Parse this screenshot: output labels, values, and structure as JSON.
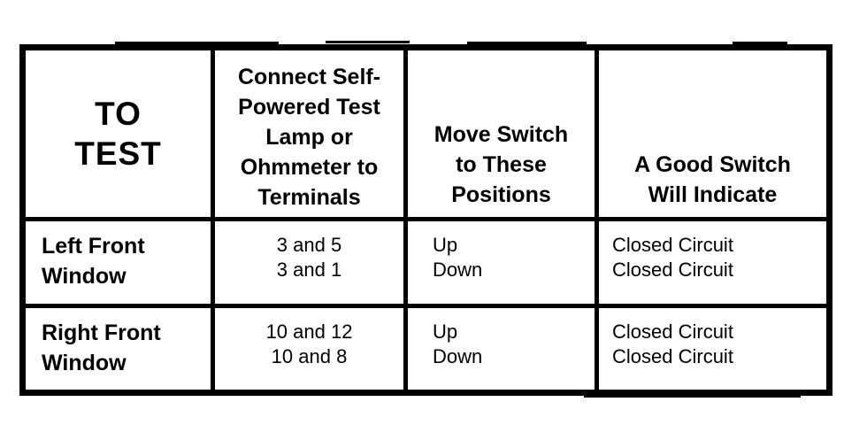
{
  "document": {
    "kind": "scanned manual page",
    "colors": {
      "ink": "#000000",
      "paper": "#ffffff"
    },
    "table": {
      "header": {
        "to_test": {
          "lines": [
            "TO",
            "TEST"
          ]
        },
        "terminals": {
          "lines": [
            "Connect Self-",
            "Powered Test",
            "Lamp or",
            "Ohmmeter to",
            "Terminals"
          ]
        },
        "positions": {
          "lines": [
            "Move Switch",
            "to These",
            "Positions"
          ]
        },
        "indication": {
          "lines": [
            "A Good Switch",
            "Will Indicate"
          ]
        }
      },
      "rows": [
        {
          "to_test": {
            "lines": [
              "Left Front",
              "Window"
            ]
          },
          "terminals": {
            "lines": [
              "3 and 5",
              "3 and 1"
            ]
          },
          "positions": {
            "lines": [
              "Up",
              "Down"
            ]
          },
          "indication": {
            "lines": [
              "Closed Circuit",
              "Closed Circuit"
            ]
          }
        },
        {
          "to_test": {
            "lines": [
              "Right Front",
              "Window"
            ]
          },
          "terminals": {
            "lines": [
              "10 and 12",
              "10 and 8"
            ]
          },
          "positions": {
            "lines": [
              "Up",
              "Down"
            ]
          },
          "indication": {
            "lines": [
              "Closed Circuit",
              "Closed Circuit"
            ]
          }
        }
      ]
    }
  }
}
